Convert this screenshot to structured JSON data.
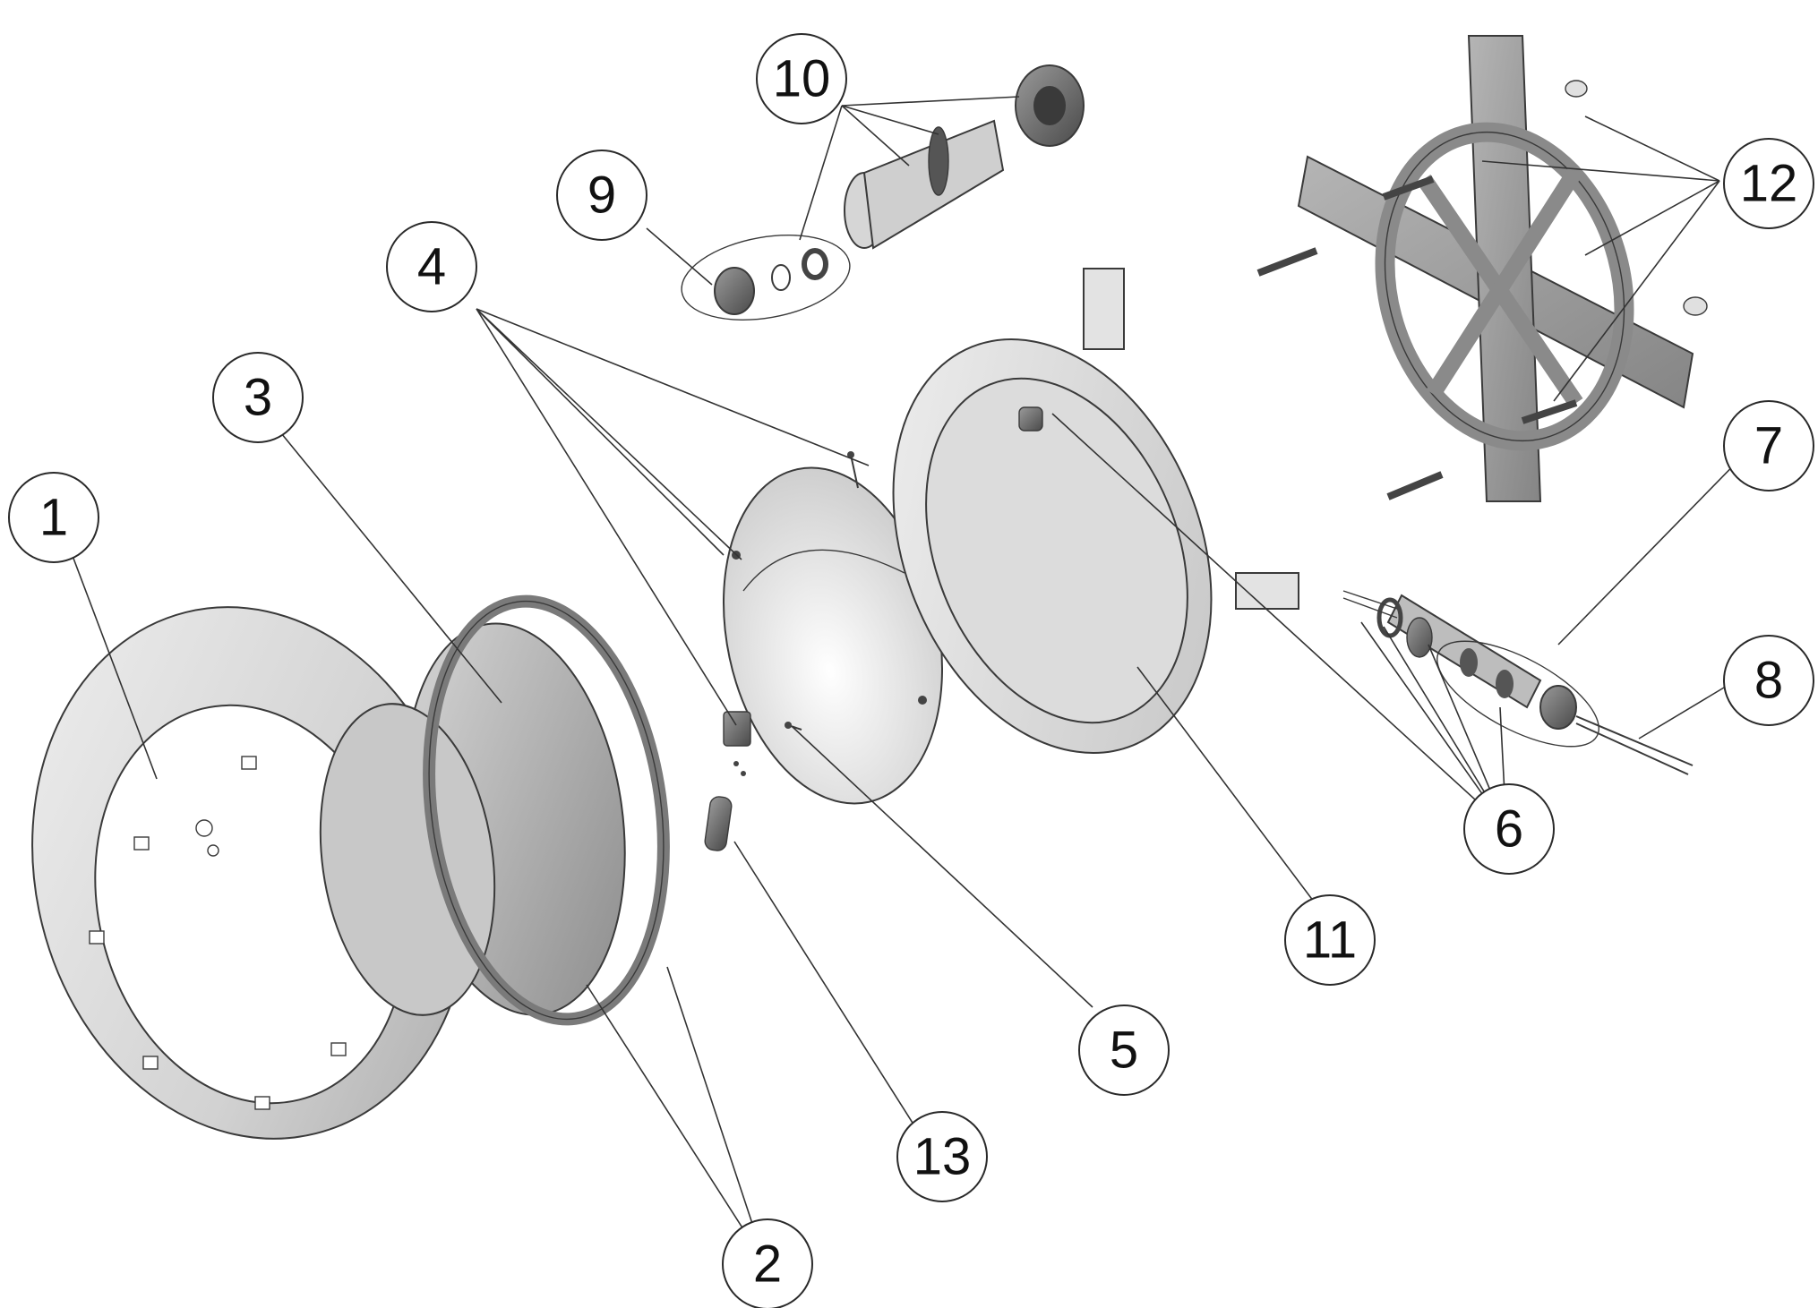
{
  "callouts": [
    {
      "id": "1",
      "label": "1"
    },
    {
      "id": "2",
      "label": "2"
    },
    {
      "id": "3",
      "label": "3"
    },
    {
      "id": "4",
      "label": "4"
    },
    {
      "id": "5",
      "label": "5"
    },
    {
      "id": "6",
      "label": "6"
    },
    {
      "id": "7",
      "label": "7"
    },
    {
      "id": "8",
      "label": "8"
    },
    {
      "id": "9",
      "label": "9"
    },
    {
      "id": "10",
      "label": "10"
    },
    {
      "id": "11",
      "label": "11"
    },
    {
      "id": "12",
      "label": "12"
    },
    {
      "id": "13",
      "label": "13"
    }
  ],
  "colors": {
    "background": "#ffffff",
    "part_light": "#e2e2e2",
    "part_mid": "#bdbdbd",
    "part_dark": "#6e6e6e",
    "line": "#333333"
  },
  "icons": {
    "ring": "trim-ring-icon",
    "lens": "lens-icon",
    "gasket": "gasket-icon",
    "reflector": "reflector-icon",
    "housing": "housing-icon",
    "bracket": "mounting-bracket-icon",
    "cable_gland": "cable-gland-icon",
    "connector": "connector-icon",
    "nozzle": "nozzle-icon"
  }
}
